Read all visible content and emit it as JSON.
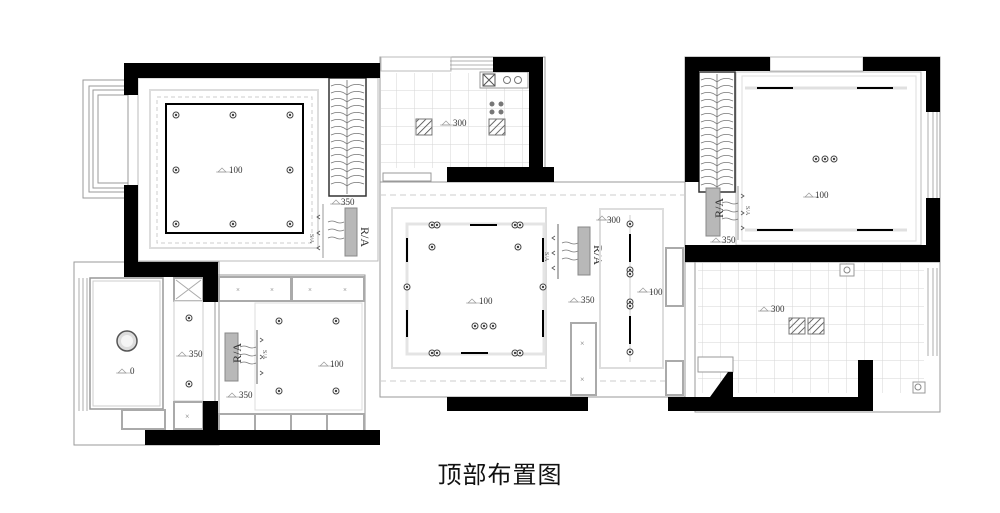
{
  "title": "顶部布置图",
  "colors": {
    "wall": "#000000",
    "line": "#9a9a9a",
    "light_line": "#c8c8c8",
    "grille": "#a8a8a8",
    "text": "#333333"
  },
  "legend": {
    "return_air_label": "R/A",
    "supply_label": "S/A"
  },
  "rooms": [
    {
      "id": "bedroom-top-left",
      "ceiling_height": "100",
      "ac_height": "350"
    },
    {
      "id": "kitchen",
      "ceiling_height": "300"
    },
    {
      "id": "bedroom-top-right",
      "ceiling_height": "100",
      "ac_height": "350"
    },
    {
      "id": "living-room",
      "ceiling_height": "100"
    },
    {
      "id": "corridor",
      "ceiling_height": "300",
      "second_height": "100",
      "ac_height": "350"
    },
    {
      "id": "bathroom",
      "ceiling_height": "300"
    },
    {
      "id": "balcony",
      "ceiling_height": "0"
    },
    {
      "id": "hallway",
      "ceiling_height": "350"
    },
    {
      "id": "bedroom-bottom",
      "ceiling_height": "100",
      "ac_height": "350"
    }
  ]
}
